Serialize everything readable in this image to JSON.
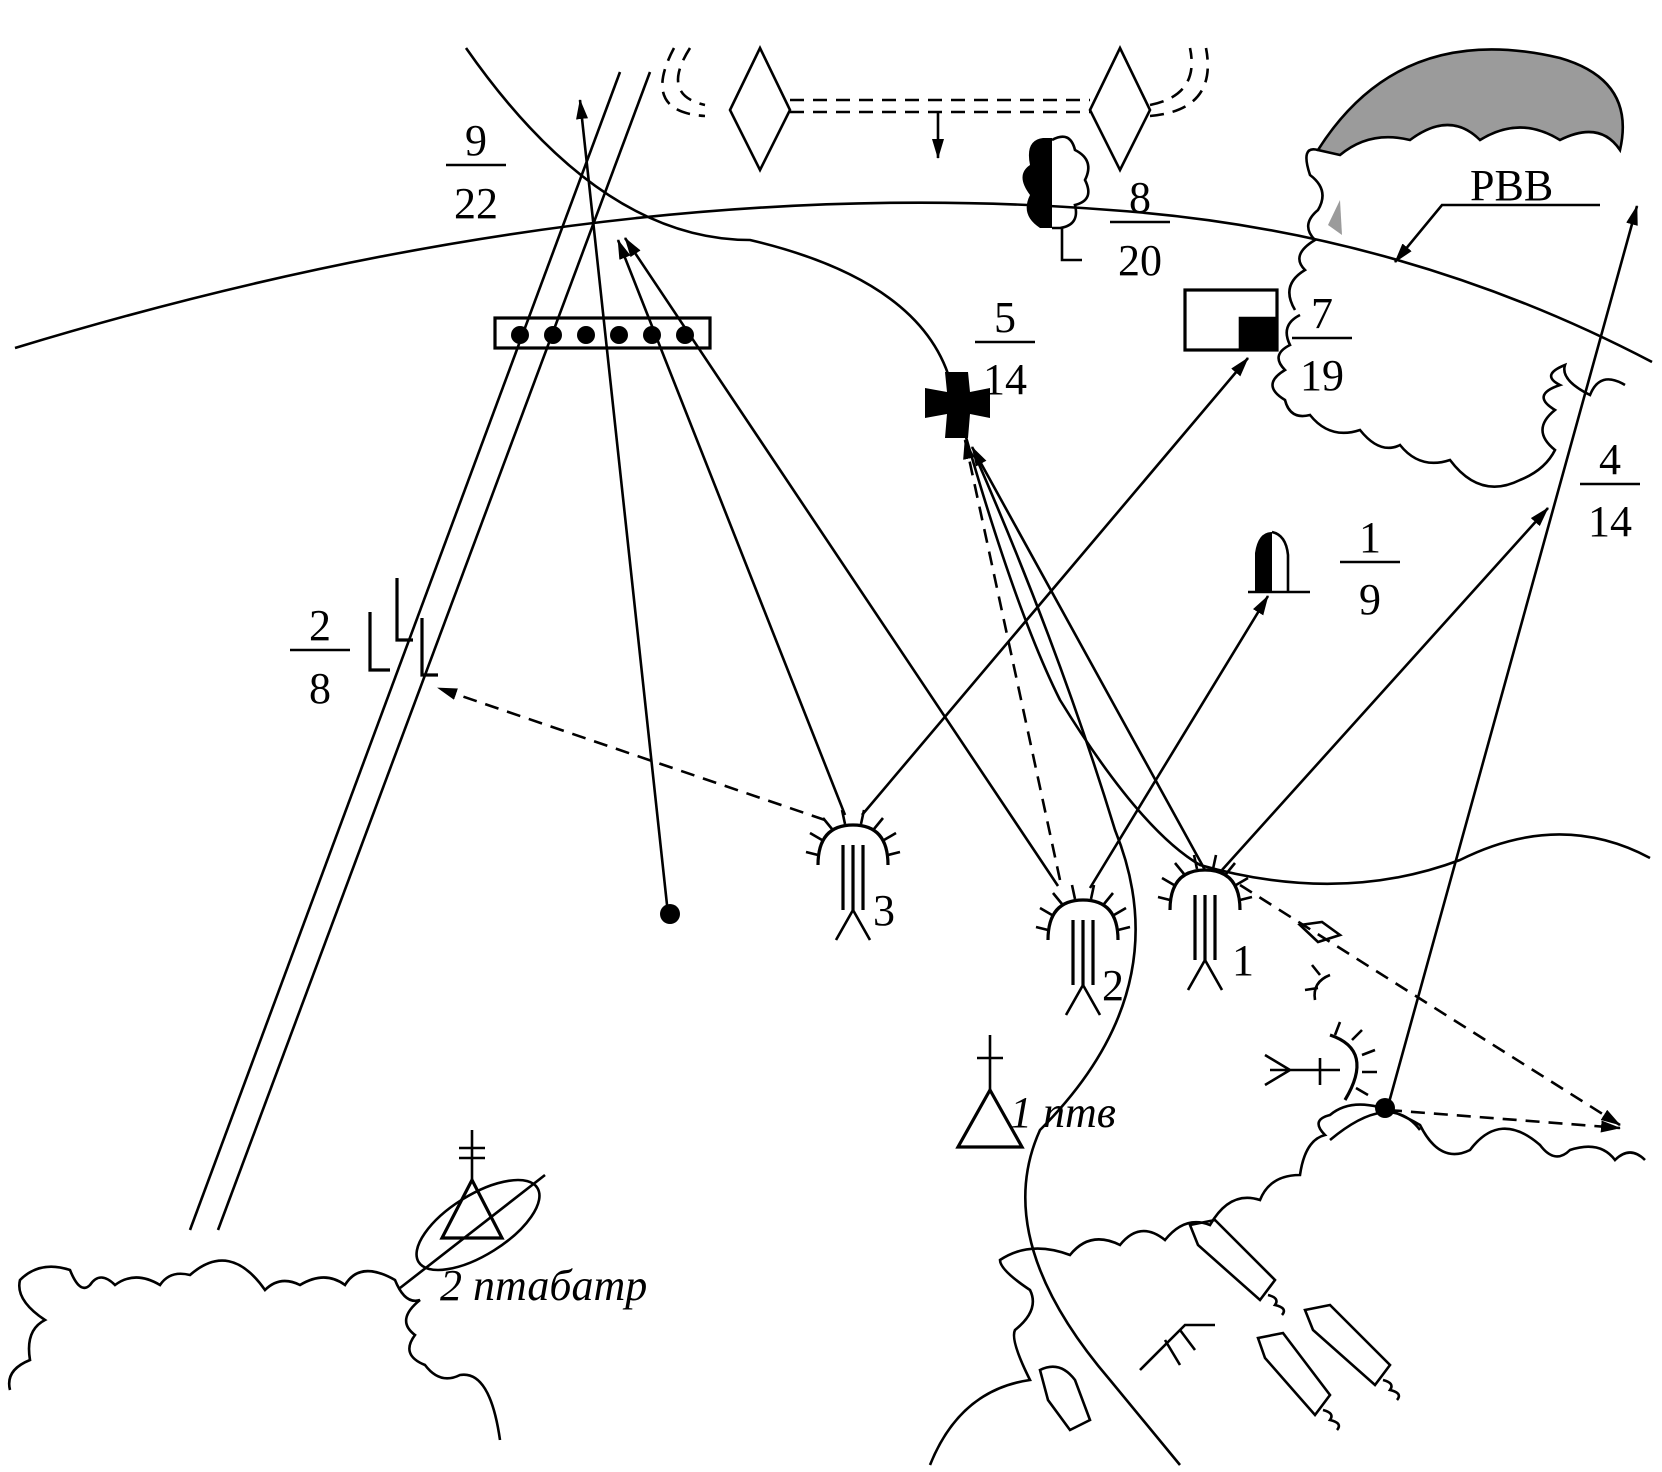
{
  "targets": [
    {
      "id": "9",
      "num": "9",
      "den": "22"
    },
    {
      "id": "8",
      "num": "8",
      "den": "20"
    },
    {
      "id": "7",
      "num": "7",
      "den": "19"
    },
    {
      "id": "5",
      "num": "5",
      "den": "14"
    },
    {
      "id": "4",
      "num": "4",
      "den": "14"
    },
    {
      "id": "2",
      "num": "2",
      "den": "8"
    },
    {
      "id": "1",
      "num": "1",
      "den": "9"
    }
  ],
  "labels": {
    "rvv": "РВВ",
    "ptv": "1 птв",
    "ptabatr": "2 птабатр",
    "gun1": "1",
    "gun2": "2",
    "gun3": "3"
  },
  "colors": {
    "line": "#000000",
    "fire_zone": "#9b9b9b"
  }
}
